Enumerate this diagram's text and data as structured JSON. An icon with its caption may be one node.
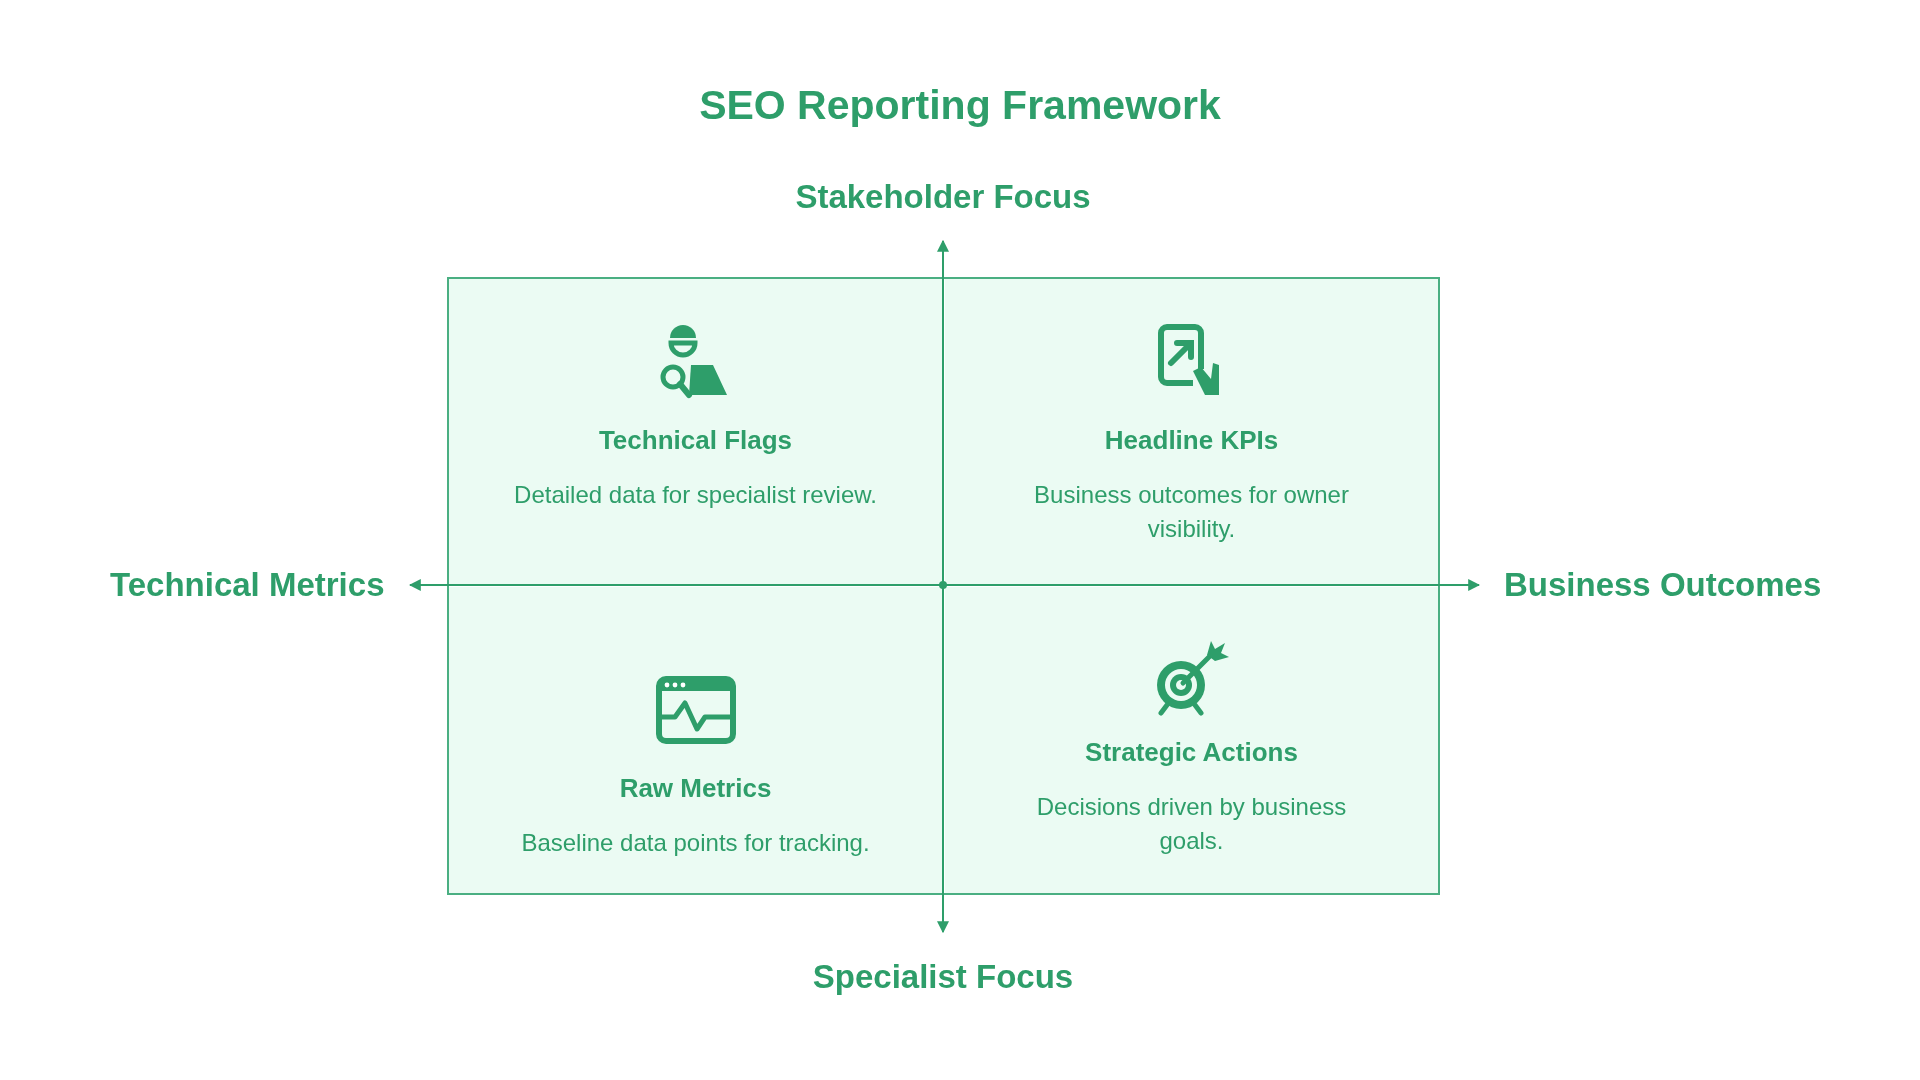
{
  "diagram": {
    "title": "SEO Reporting Framework",
    "nodes": [
      {
        "text": [
          "Technical Flags",
          "Detailed data for specialist review."
        ]
      },
      {
        "text": [
          "Headline KPIs",
          "Business outcomes for owner visibility."
        ]
      },
      {
        "text": [
          "Raw Metrics",
          "Baseline data points for tracking."
        ]
      },
      {
        "text": [
          "Strategic Actions",
          "Decisions driven by business goals."
        ]
      }
    ],
    "labels": [
      "Stakeholder Focus",
      "Technical Metrics",
      "Business Outcomes",
      "Specialist Focus"
    ]
  }
}
